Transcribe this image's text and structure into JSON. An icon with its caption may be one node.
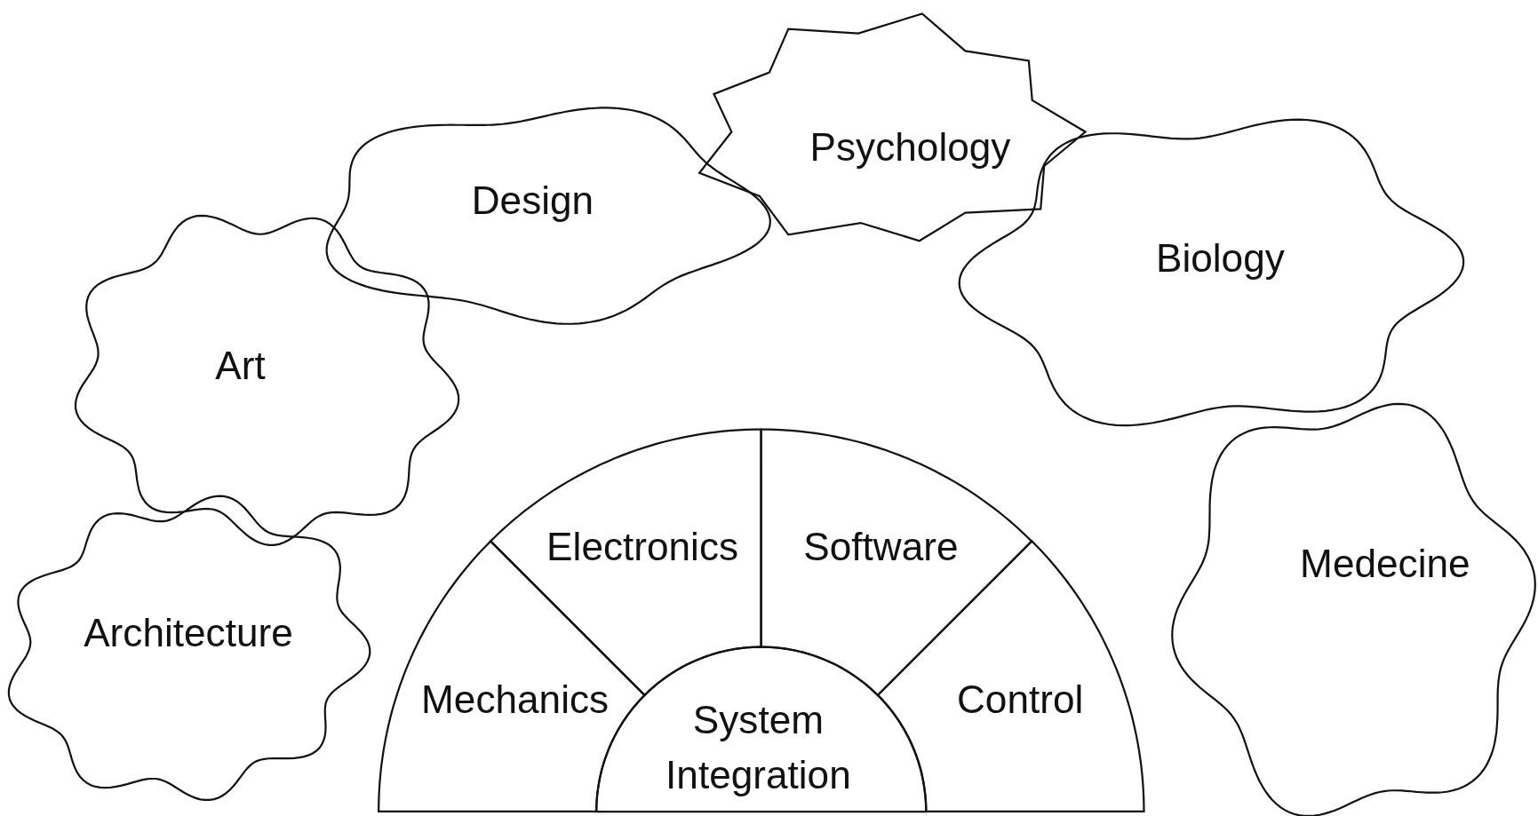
{
  "diagram": {
    "nodes": [
      {
        "text": [
          "Psychology"
        ]
      },
      {
        "text": [
          "Design"
        ]
      },
      {
        "text": [
          "Biology"
        ]
      },
      {
        "text": [
          "Art"
        ]
      },
      {
        "text": [
          "Electronics"
        ]
      },
      {
        "text": [
          "Software"
        ]
      },
      {
        "text": [
          "Medecine"
        ]
      },
      {
        "text": [
          "Architecture"
        ]
      },
      {
        "text": [
          "Mechanics"
        ]
      },
      {
        "text": [
          "Control"
        ]
      },
      {
        "text": [
          "System Integration"
        ]
      }
    ]
  }
}
